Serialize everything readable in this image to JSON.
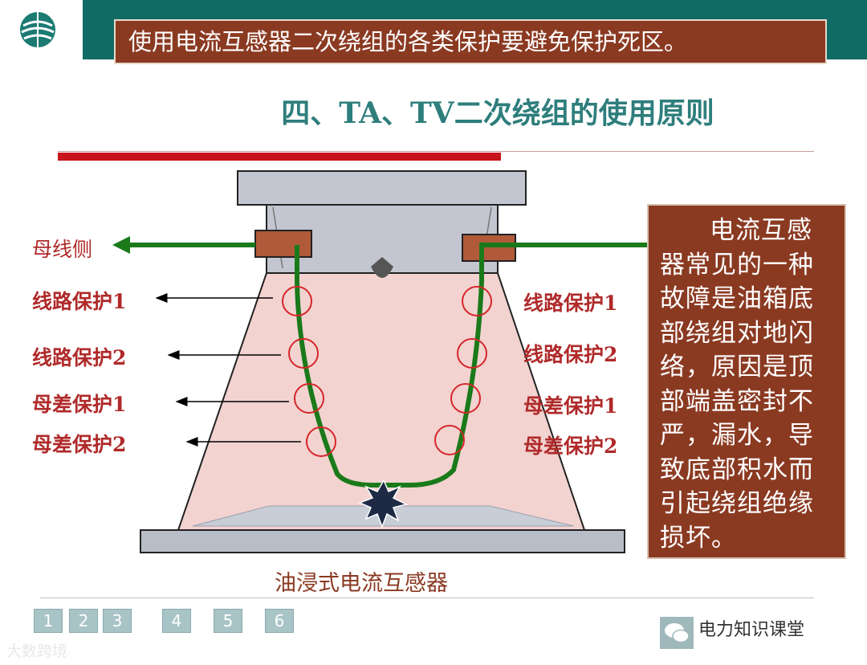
{
  "banner": {
    "text": "使用电流互感器二次绕组的各类保护要避免保护死区。"
  },
  "heading": "四、TA、TV二次绕组的使用原则",
  "diagram": {
    "bus_side_label": "母线侧",
    "left_labels": [
      "线路保护1",
      "线路保护2",
      "母差保护1",
      "母差保护2"
    ],
    "right_labels": [
      "线路保护1",
      "线路保护2",
      "母差保护1",
      "母差保护2"
    ],
    "caption": "油浸式电流互感器"
  },
  "info_box": "电流互感器常见的一种故障是油箱底部绕组对地闪络，原因是顶部端盖密封不严，漏水，导致底部积水而引起绕组绝缘损坏。",
  "pagination": [
    "1",
    "2",
    "3",
    "4",
    "5",
    "6"
  ],
  "watermark": {
    "left": "大数跨境",
    "right": "电力知识课堂"
  },
  "colors": {
    "banner": "#8b3a22",
    "teal": "#0f6b63",
    "red_bar": "#c8141b",
    "winding": "#1a7a1a",
    "labels": "#b02a2a"
  }
}
